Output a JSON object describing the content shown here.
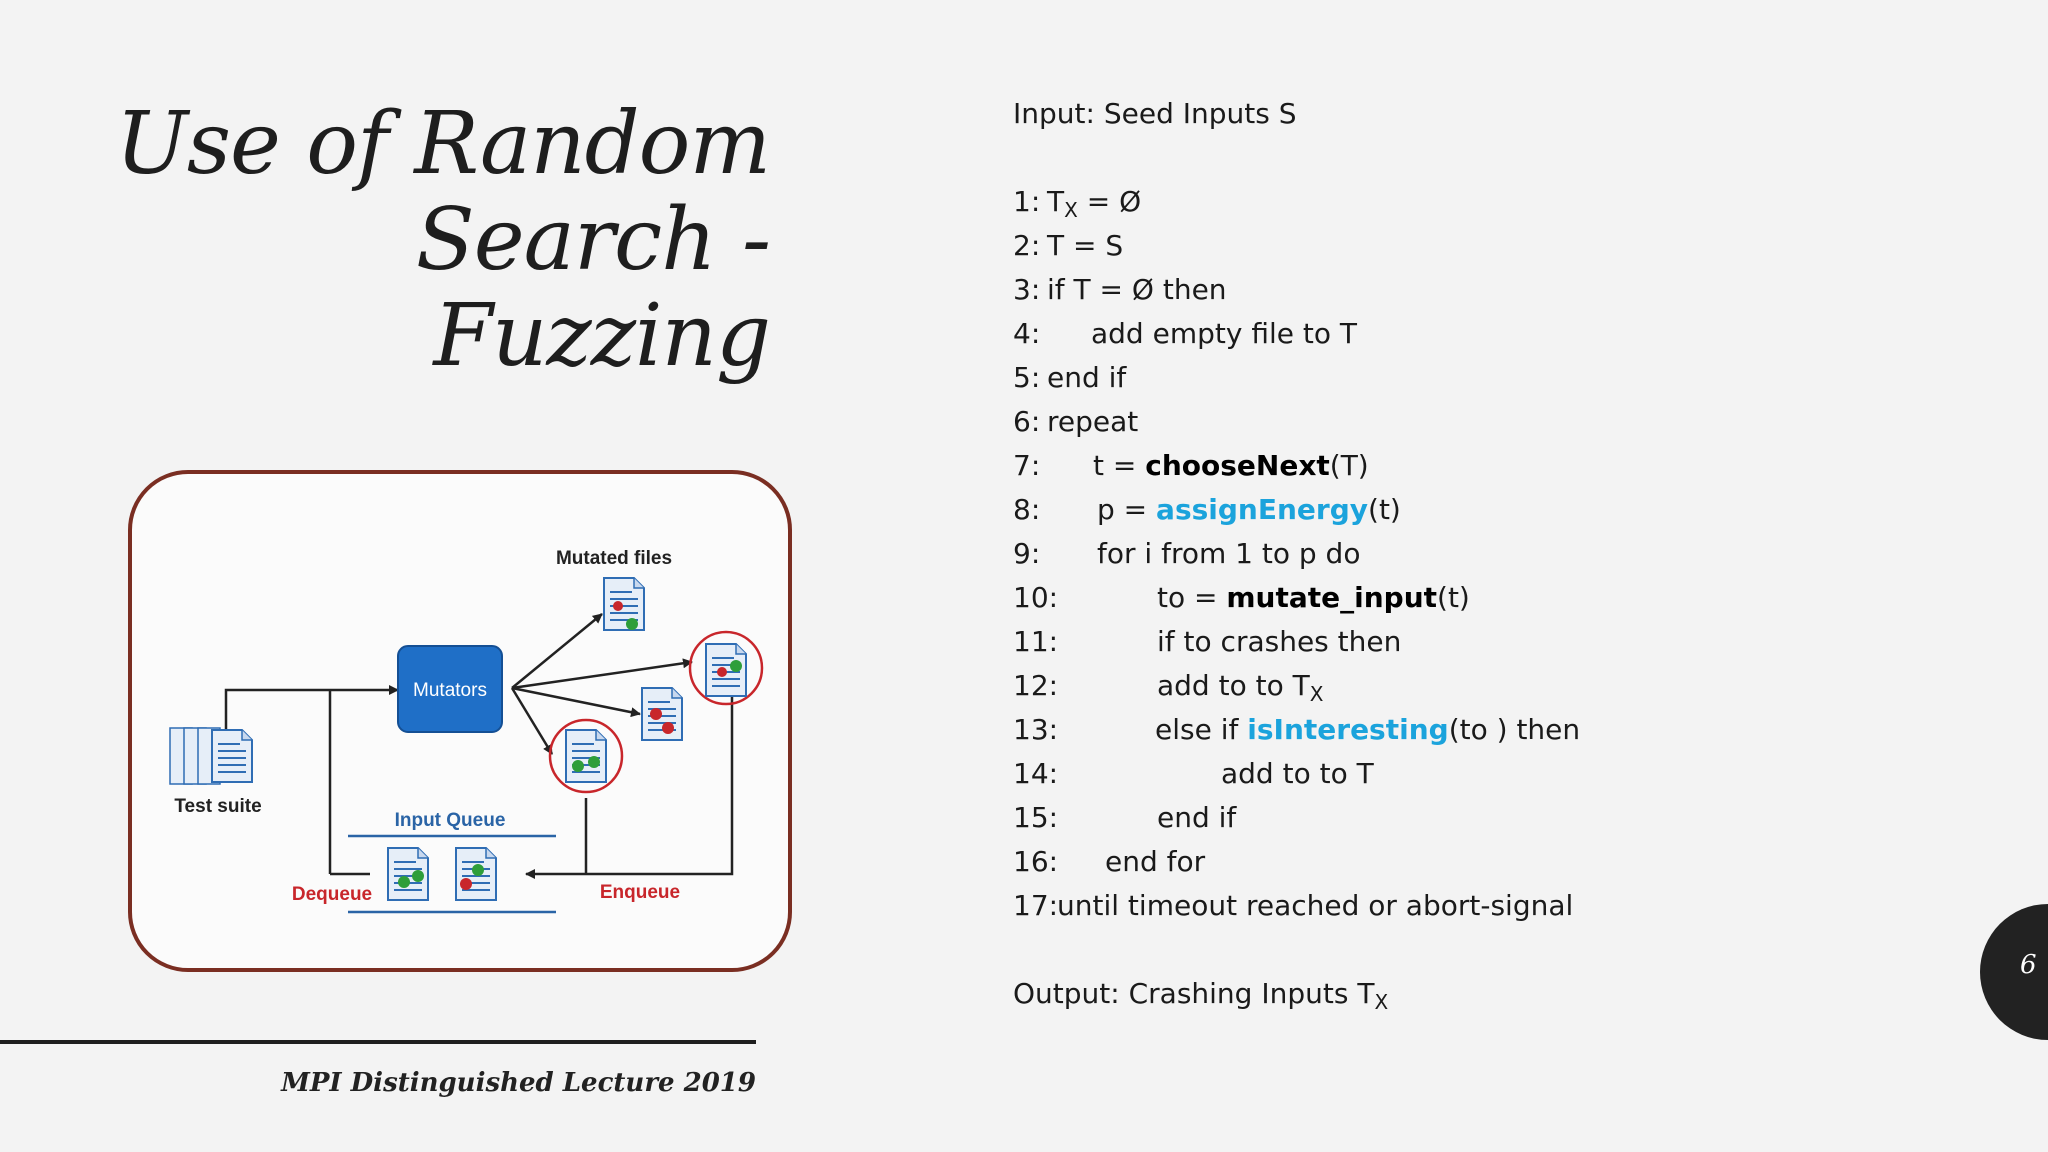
{
  "slide": {
    "title_lines": [
      "Use of Random",
      "Search  -",
      "Fuzzing"
    ],
    "footer": "MPI Distinguished Lecture 2019",
    "page_number": "6"
  },
  "diagram": {
    "labels": {
      "mutated_files": "Mutated files",
      "mutators": "Mutators",
      "test_suite": "Test suite",
      "input_queue": "Input Queue",
      "dequeue": "Dequeue",
      "enqueue": "Enqueue"
    },
    "colors": {
      "frame": "#7a2e22",
      "mutators_box": "#1f6fc7",
      "queue_label": "#2a64a6",
      "dequeue": "#c8262b",
      "enqueue": "#c8262b"
    }
  },
  "algorithm": {
    "input": "Input: Seed Inputs S",
    "lines": [
      {
        "num": "1:",
        "parts": [
          {
            "t": "T"
          },
          {
            "t": "X",
            "style": "sub"
          },
          {
            "t": " = Ø"
          }
        ]
      },
      {
        "num": "2:",
        "parts": [
          {
            "t": "T = S"
          }
        ]
      },
      {
        "num": "3:",
        "parts": [
          {
            "t": "if T = Ø then"
          }
        ]
      },
      {
        "num": "4:",
        "parts": [
          {
            "t": "add empty file to T"
          }
        ]
      },
      {
        "num": "5:",
        "parts": [
          {
            "t": "end if"
          }
        ]
      },
      {
        "num": "6:",
        "parts": [
          {
            "t": "repeat"
          }
        ]
      },
      {
        "num": "7:",
        "parts": [
          {
            "t": "t = "
          },
          {
            "t": "chooseNext",
            "style": "bold"
          },
          {
            "t": "(T)"
          }
        ]
      },
      {
        "num": "8:",
        "parts": [
          {
            "t": "p = "
          },
          {
            "t": "assignEnergy",
            "style": "blue"
          },
          {
            "t": "(t)"
          }
        ]
      },
      {
        "num": "9:",
        "parts": [
          {
            "t": "for i from 1 to p do"
          }
        ]
      },
      {
        "num": "10:",
        "parts": [
          {
            "t": "to = "
          },
          {
            "t": "mutate_input",
            "style": "bold"
          },
          {
            "t": "(t)"
          }
        ]
      },
      {
        "num": "11:",
        "parts": [
          {
            "t": "if to crashes then"
          }
        ]
      },
      {
        "num": "12:",
        "parts": [
          {
            "t": "add to to T"
          },
          {
            "t": "X",
            "style": "sub"
          }
        ]
      },
      {
        "num": "13:",
        "parts": [
          {
            "t": "else if "
          },
          {
            "t": "isInteresting",
            "style": "blue"
          },
          {
            "t": "(to ) then"
          }
        ]
      },
      {
        "num": "14:",
        "parts": [
          {
            "t": "add to to T"
          }
        ]
      },
      {
        "num": "15:",
        "parts": [
          {
            "t": "end if"
          }
        ]
      },
      {
        "num": "16:",
        "parts": [
          {
            "t": "end for"
          }
        ]
      },
      {
        "num": "17:",
        "parts": [
          {
            "t": "until timeout reached or abort-signal"
          }
        ]
      }
    ],
    "output": [
      {
        "t": "Output: Crashing Inputs T"
      },
      {
        "t": "X",
        "style": "sub"
      }
    ]
  }
}
